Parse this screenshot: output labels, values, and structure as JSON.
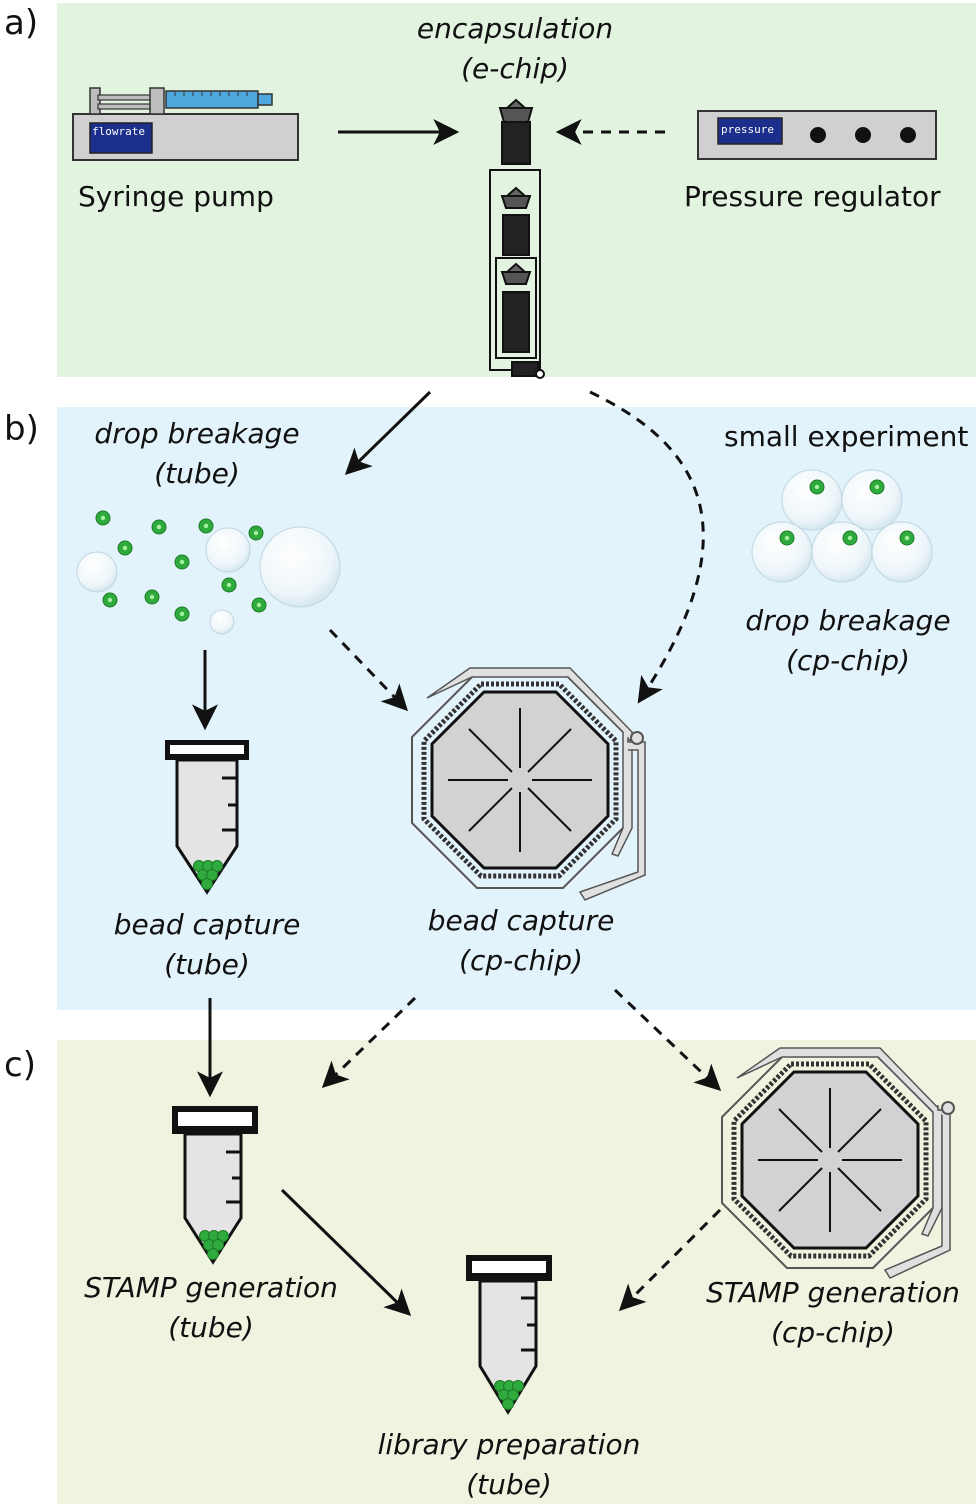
{
  "panels": {
    "a": {
      "letter": "a)",
      "color": "#e2f4e0"
    },
    "b": {
      "letter": "b)",
      "color": "#e3f3fb"
    },
    "c": {
      "letter": "c)",
      "color": "#eef4e0"
    }
  },
  "labels": {
    "encapsulation": [
      "encapsulation",
      "(e-chip)"
    ],
    "syringe_pump": "Syringe pump",
    "syringe_display": "flowrate",
    "pressure_regulator": "Pressure regulator",
    "pressure_display": "pressure",
    "drop_breakage_tube": [
      "drop breakage",
      "(tube)"
    ],
    "small_experiment": "small experiment",
    "drop_breakage_cp": [
      "drop breakage",
      "(cp-chip)"
    ],
    "bead_capture_tube": [
      "bead capture",
      "(tube)"
    ],
    "bead_capture_cp": [
      "bead capture",
      "(cp-chip)"
    ],
    "stamp_tube": [
      "STAMP generation",
      "(tube)"
    ],
    "stamp_cp": [
      "STAMP generation",
      "(cp-chip)"
    ],
    "library_prep": [
      "library preparation",
      "(tube)"
    ]
  },
  "colors": {
    "bead": "#2faa3c",
    "bead_center": "#a8f0a0",
    "device_gray": "#d2d2d2",
    "screen_blue": "#1c2f8c",
    "syringe_blue": "#4fa8dc",
    "tube_fill": "#e4e4e4"
  }
}
